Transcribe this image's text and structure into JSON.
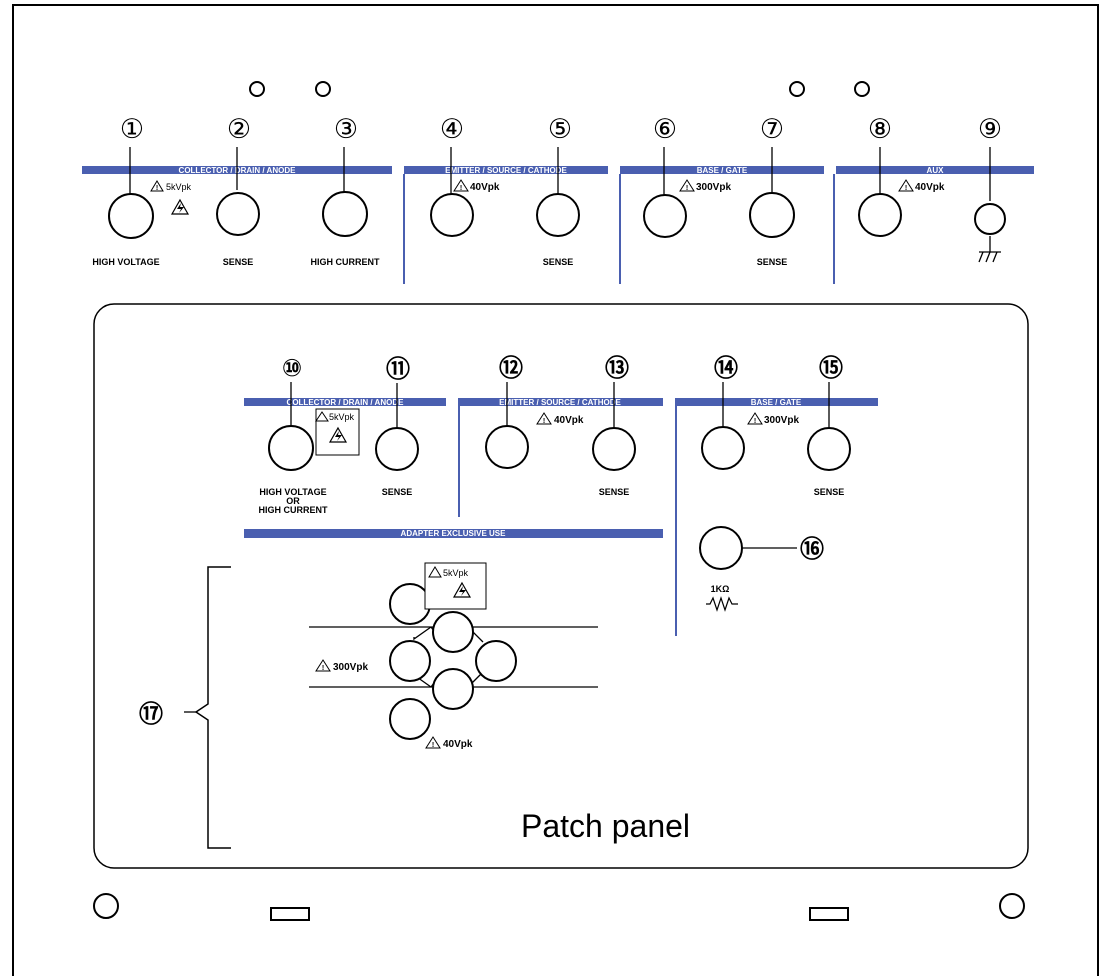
{
  "top_panel": {
    "groups": [
      {
        "band": "COLLECTOR / DRAIN / ANODE"
      },
      {
        "band": "EMITTER / SOURCE / CATHODE"
      },
      {
        "band": "BASE / GATE"
      },
      {
        "band": "AUX"
      }
    ],
    "numbers": [
      "①",
      "②",
      "③",
      "④",
      "⑤",
      "⑥",
      "⑦",
      "⑧",
      "⑨"
    ],
    "labels": {
      "high_voltage": "HIGH VOLTAGE",
      "sense_1": "SENSE",
      "high_current": "HIGH CURRENT",
      "sense_2": "SENSE",
      "sense_3": "SENSE"
    },
    "warnings": {
      "collector": "5kVpk",
      "emitter": "40Vpk",
      "base": "300Vpk",
      "aux": "40Vpk"
    }
  },
  "patch_panel": {
    "title": "Patch panel",
    "groups": [
      {
        "band": "COLLECTOR / DRAIN / ANODE"
      },
      {
        "band": "EMITTER / SOURCE / CATHODE"
      },
      {
        "band": "BASE / GATE"
      }
    ],
    "adapter_band": "ADAPTER EXCLUSIVE USE",
    "numbers": [
      "⑩",
      "⑪",
      "⑫",
      "⑬",
      "⑭",
      "⑮",
      "⑯",
      "⑰"
    ],
    "labels": {
      "hv_line1": "HIGH VOLTAGE",
      "hv_line2": "OR",
      "hv_line3": "HIGH CURRENT",
      "sense_1": "SENSE",
      "sense_2": "SENSE",
      "sense_3": "SENSE",
      "resistor": "1KΩ"
    },
    "warnings": {
      "collector": "5kVpk",
      "emitter": "40Vpk",
      "base": "300Vpk",
      "adapter_hv": "5kVpk",
      "adapter_mid": "300Vpk",
      "adapter_low": "40Vpk"
    }
  },
  "colors": {
    "band": "#4a5fb0",
    "divider": "#4a5fb0",
    "stroke": "#000000"
  }
}
